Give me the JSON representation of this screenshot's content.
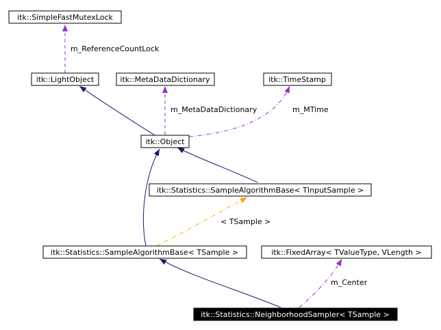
{
  "nodes": {
    "simple_fast_mutex_lock": "itk::SimpleFastMutexLock",
    "light_object": "itk::LightObject",
    "meta_data_dictionary": "itk::MetaDataDictionary",
    "time_stamp": "itk::TimeStamp",
    "object": "itk::Object",
    "sample_algorithm_base_input": "itk::Statistics::SampleAlgorithmBase< TInputSample >",
    "sample_algorithm_base_sample": "itk::Statistics::SampleAlgorithmBase< TSample >",
    "fixed_array": "itk::FixedArray< TValueType, VLength >",
    "neighborhood_sampler": "itk::Statistics::NeighborhoodSampler< TSample >"
  },
  "edges": {
    "reference_count_lock": "m_ReferenceCountLock",
    "meta_data_dictionary": "m_MetaDataDictionary",
    "mtime": "m_MTime",
    "tsample": "< TSample >",
    "center": "m_Center"
  },
  "colors": {
    "inheritance": "#191970",
    "member": "#9a32cd",
    "template": "#ffa500",
    "focus_node": "#000000"
  }
}
